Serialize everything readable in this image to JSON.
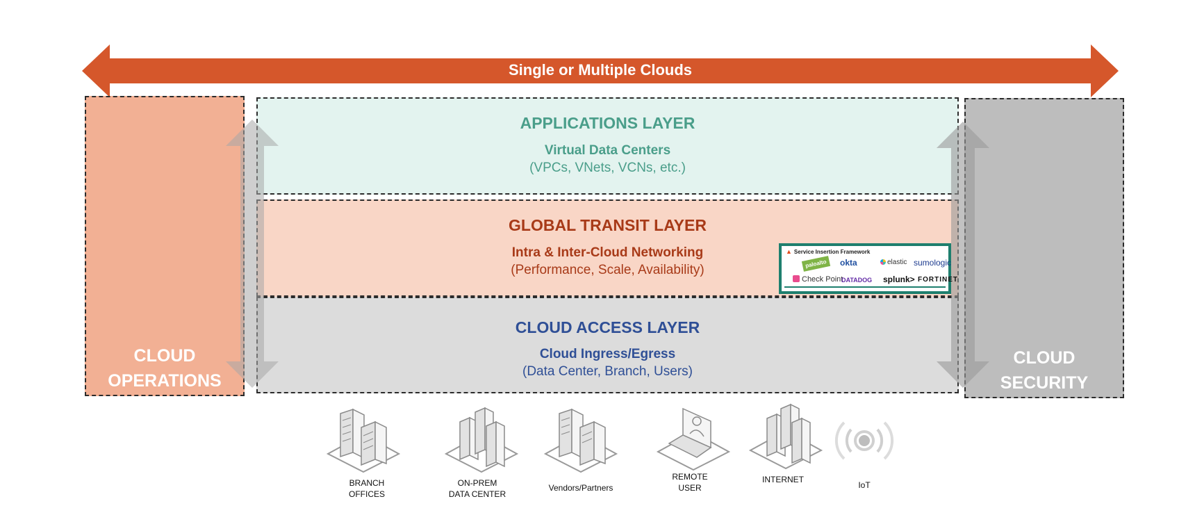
{
  "top_arrow": {
    "label": "Single or Multiple Clouds",
    "color": "#d5572b"
  },
  "columns": {
    "operations": {
      "label_line1": "CLOUD",
      "label_line2": "OPERATIONS",
      "color": "#f2b094"
    },
    "security": {
      "label_line1": "CLOUD",
      "label_line2": "SECURITY",
      "color": "#bdbdbd"
    }
  },
  "layers": {
    "applications": {
      "title": "APPLICATIONS LAYER",
      "subtitle": "Virtual Data Centers",
      "description": "(VPCs, VNets, VCNs, etc.)",
      "color": "#4a9e8a",
      "background": "#e3f3ef"
    },
    "transit": {
      "title": "GLOBAL TRANSIT LAYER",
      "subtitle": "Intra & Inter-Cloud Networking",
      "description": "(Performance, Scale, Availability)",
      "color": "#a83a18",
      "background": "#f9d6c6"
    },
    "access": {
      "title": "CLOUD ACCESS LAYER",
      "subtitle": "Cloud Ingress/Egress",
      "description": "(Data Center, Branch, Users)",
      "color": "#2f4f96",
      "background": "#dcdcdc"
    }
  },
  "service_insertion": {
    "header": "Service Insertion Framework",
    "logos": [
      "paloalto",
      "okta",
      "elastic",
      "sumologic",
      "Check Point",
      "DATADOG",
      "splunk>",
      "FORTINET"
    ]
  },
  "endpoints": [
    {
      "icon": "branch-offices-icon",
      "line1": "BRANCH",
      "line2": "OFFICES"
    },
    {
      "icon": "on-prem-data-center-icon",
      "line1": "ON-PREM",
      "line2": "DATA CENTER"
    },
    {
      "icon": "vendors-partners-icon",
      "line1": "Vendors/Partners",
      "line2": ""
    },
    {
      "icon": "remote-user-icon",
      "line1": "REMOTE",
      "line2": "USER"
    },
    {
      "icon": "internet-icon",
      "line1": "INTERNET",
      "line2": ""
    },
    {
      "icon": "iot-icon",
      "line1": "IoT",
      "line2": ""
    }
  ]
}
